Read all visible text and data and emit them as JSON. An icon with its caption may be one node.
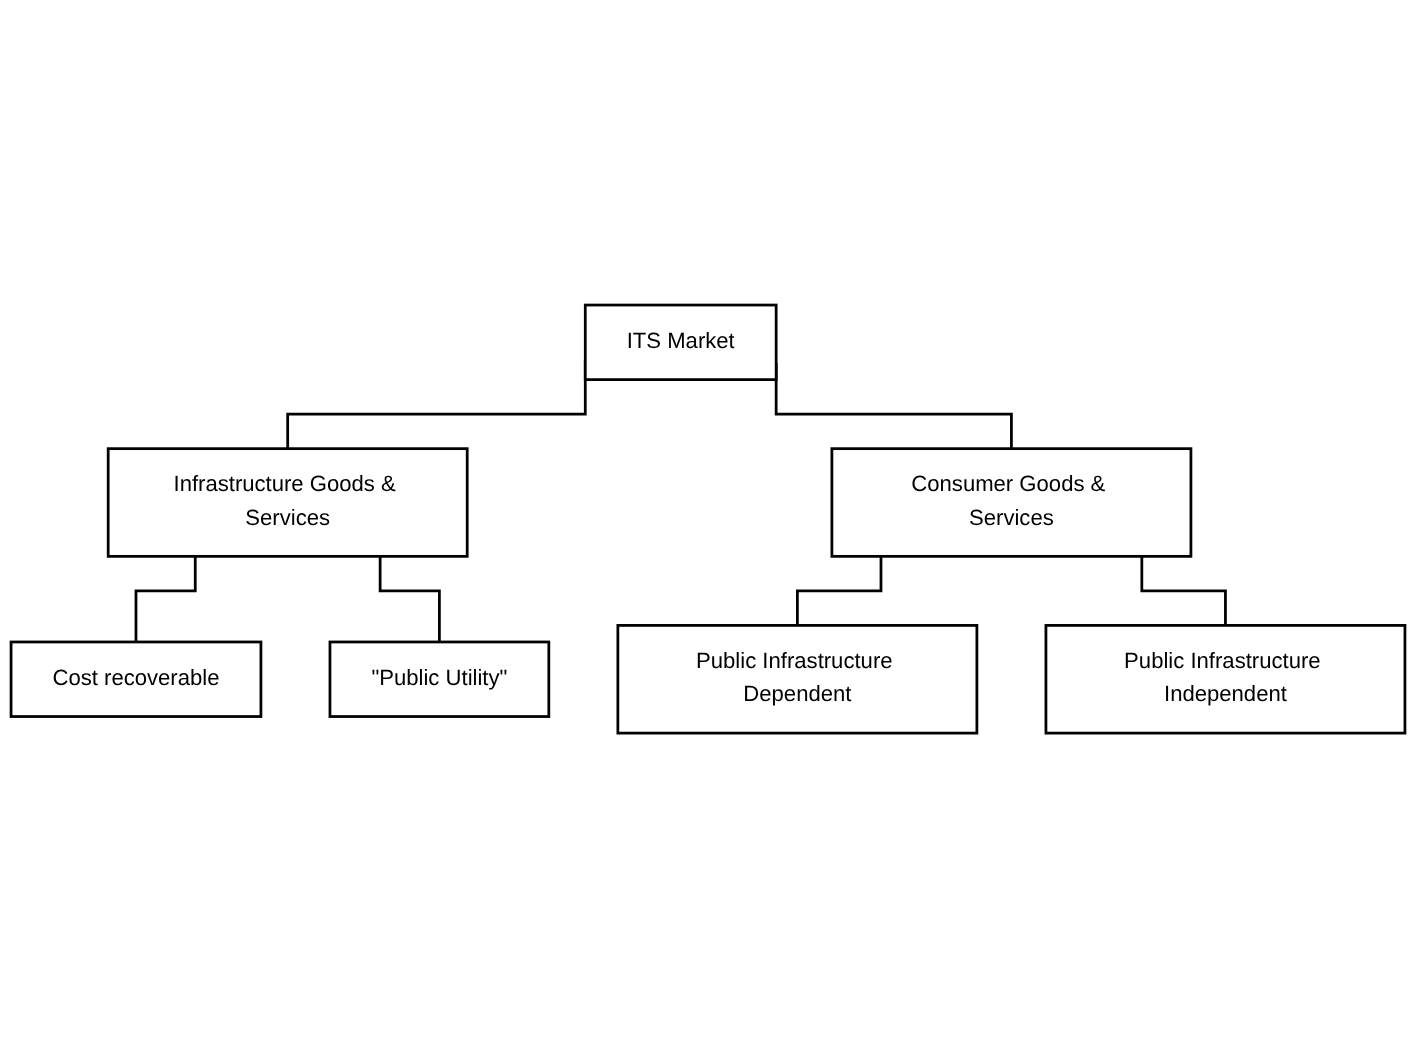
{
  "diagram": {
    "nodes": [
      {
        "text": [
          "ITS Market"
        ]
      },
      {
        "text": [
          "Infrastructure Goods & Services"
        ]
      },
      {
        "text": [
          "Consumer Goods & Services"
        ]
      },
      {
        "text": [
          "Cost recoverable"
        ]
      },
      {
        "text": [
          "\"Public Utility\""
        ]
      },
      {
        "text": [
          "Public Infrastructure Dependent"
        ]
      },
      {
        "text": [
          "Public Infrastructure Independent"
        ]
      }
    ],
    "edges": [
      {
        "from": 0,
        "to": 1,
        "arrow": "none"
      },
      {
        "from": 0,
        "to": 2,
        "arrow": "none"
      },
      {
        "from": 1,
        "to": 3,
        "arrow": "none"
      },
      {
        "from": 1,
        "to": 4,
        "arrow": "none"
      },
      {
        "from": 2,
        "to": 5,
        "arrow": "none"
      },
      {
        "from": 2,
        "to": 6,
        "arrow": "none"
      }
    ]
  }
}
